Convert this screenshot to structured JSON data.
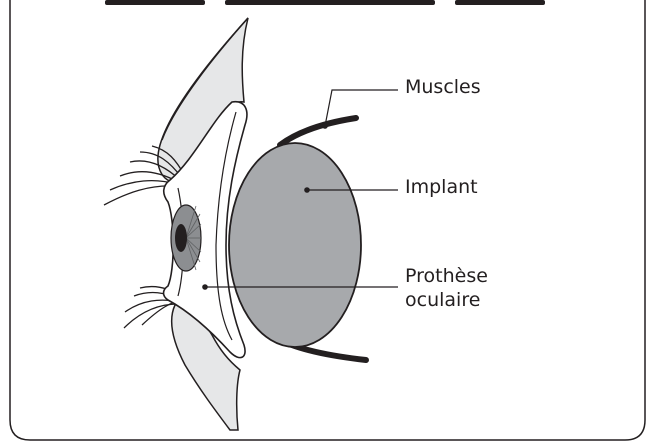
{
  "labels": {
    "muscles": "Muscles",
    "implant": "Implant",
    "prosthesis_line1": "Prothèse",
    "prosthesis_line2": "oculaire"
  },
  "colors": {
    "stroke": "#231f20",
    "implant_fill": "#a7a9ac",
    "lid_fill": "#e6e7e8",
    "iris": "#8c8e91",
    "background": "#ffffff"
  }
}
